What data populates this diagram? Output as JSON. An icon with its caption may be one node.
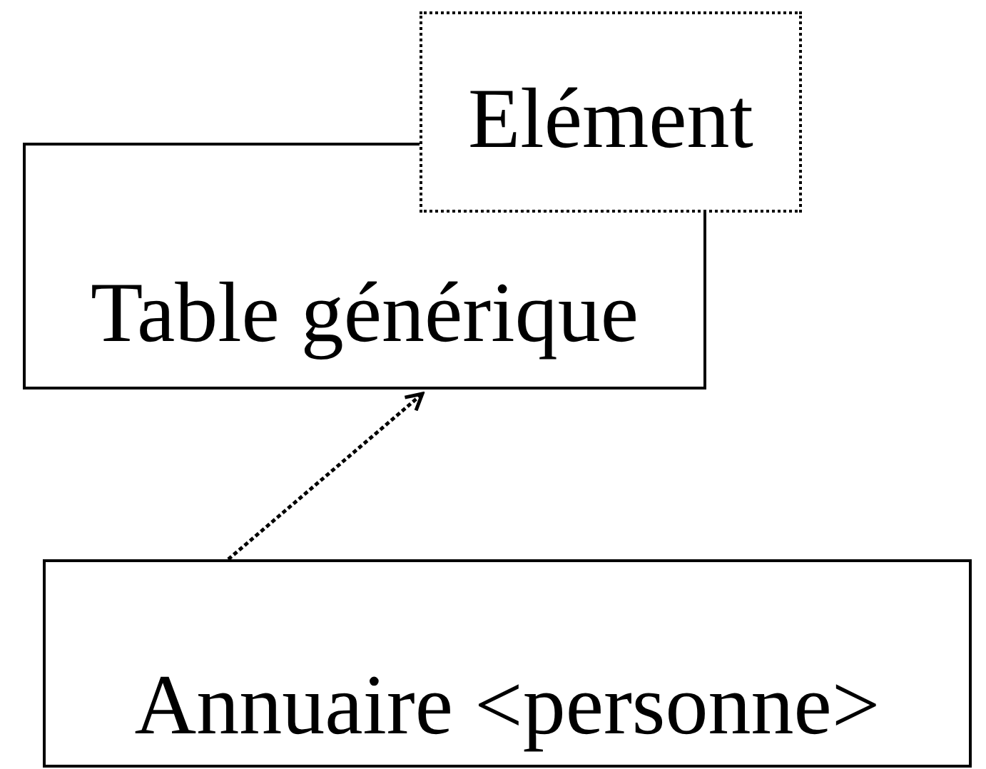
{
  "diagram": {
    "nodes": [
      {
        "text": [
          "Table générique"
        ]
      },
      {
        "text": [
          "Elément"
        ]
      },
      {
        "text": [
          "Annuaire <personne>"
        ]
      }
    ],
    "edges": [
      {
        "from": 2,
        "to": 0,
        "arrow": "to",
        "style": "dashed"
      }
    ]
  }
}
